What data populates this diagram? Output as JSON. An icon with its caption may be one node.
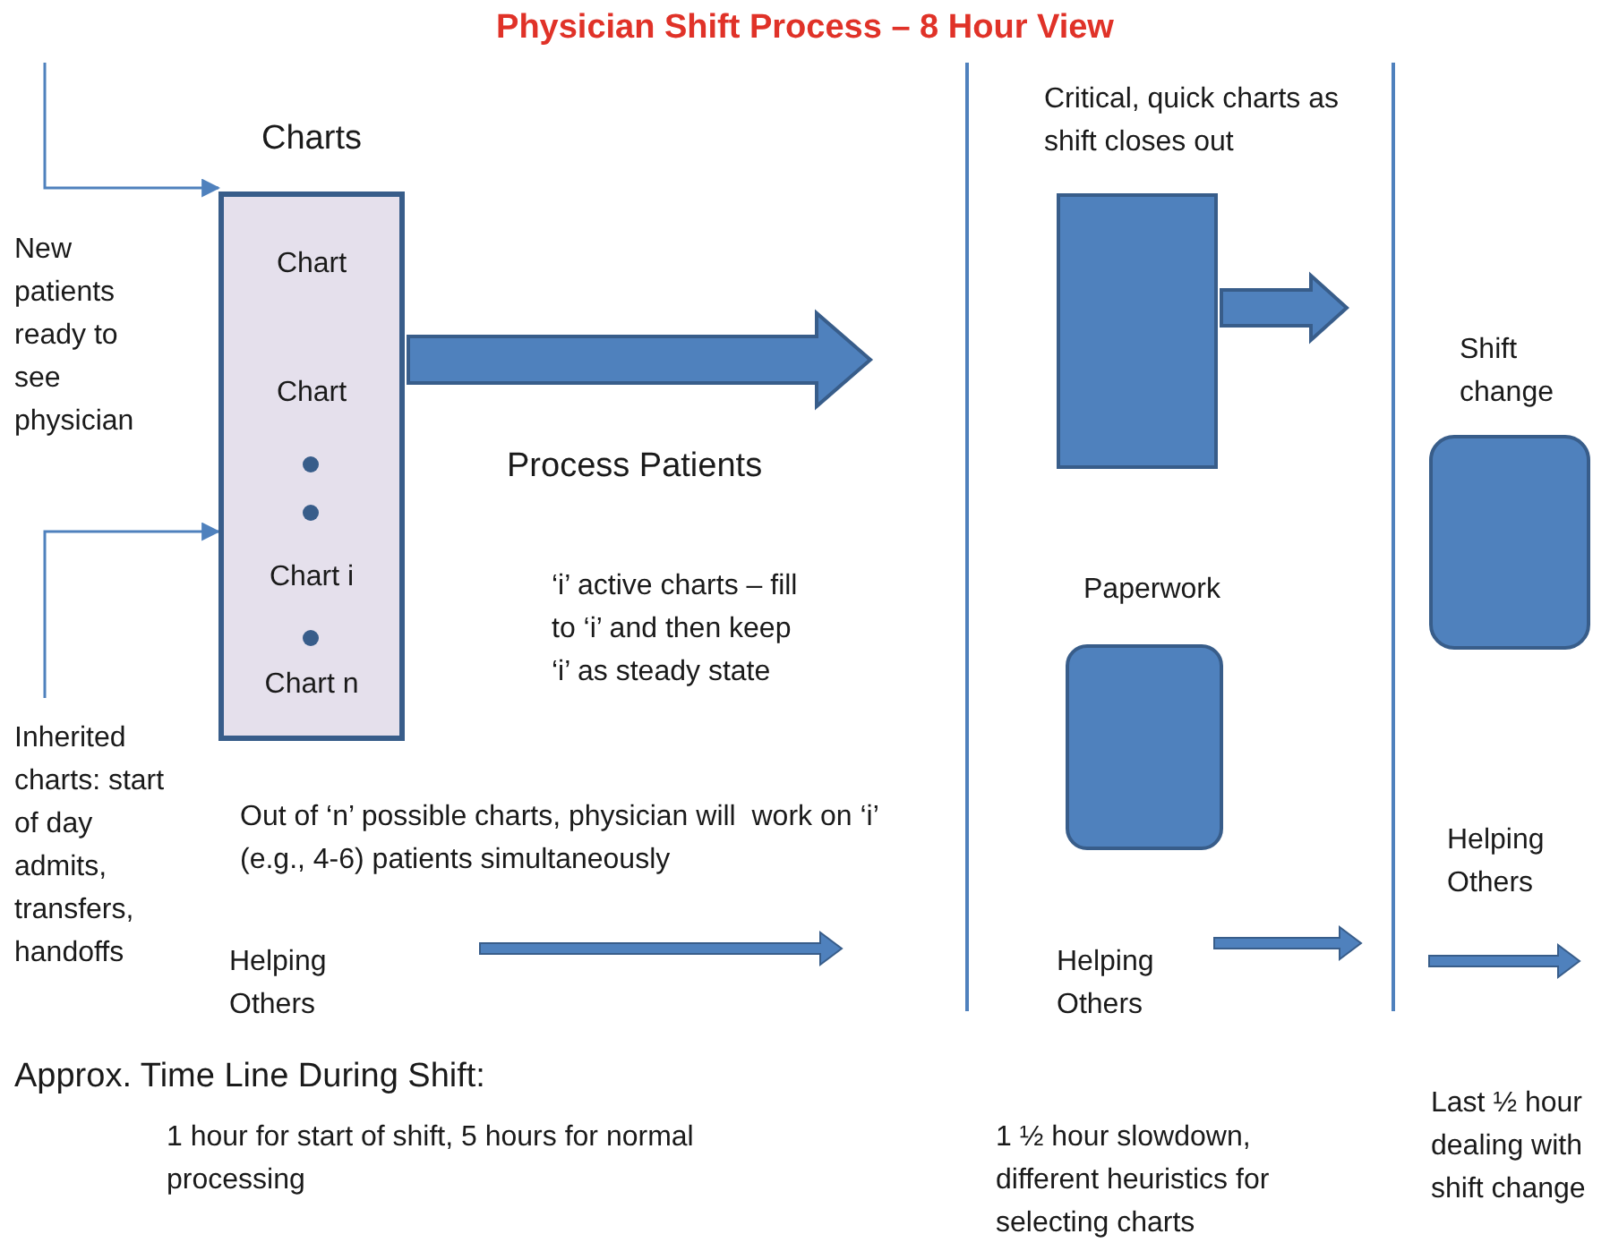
{
  "diagram": {
    "title": "Physician Shift Process – 8 Hour View",
    "nodes": [
      {
        "text": [
          "Charts",
          "Chart",
          "Chart",
          "Chart i",
          "Chart n"
        ]
      },
      {
        "text": [
          "Critical, quick charts as shift closes out"
        ]
      },
      {
        "text": [
          "Paperwork"
        ]
      },
      {
        "text": [
          "Shift change"
        ]
      }
    ],
    "edges": [
      {
        "from": null,
        "to": 0,
        "arrow": "to"
      },
      {
        "from": null,
        "to": 0,
        "arrow": "to"
      },
      {
        "from": 0,
        "to": null,
        "arrow": "to",
        "label": "Process Patients",
        "style": "thick"
      },
      {
        "from": 1,
        "to": null,
        "arrow": "to",
        "style": "thick"
      }
    ],
    "labels": [
      "New patients ready to see physician",
      "Inherited charts: start of day admits, transfers, handoffs",
      "‘i’ active charts – fill to ‘i’ and then keep ‘i’ as steady state",
      "Helping Others",
      "Out of ‘n’ possible charts, physician will  work on ‘i’ (e.g., 4-6) patients simultaneously",
      "Helping Others",
      "Helping Others",
      "Approx. Time Line During Shift:",
      "1 hour for start of shift, 5 hours for normal processing",
      "1 ½ hour slowdown, different heuristics for selecting charts",
      "Last ½ hour dealing with shift change"
    ]
  }
}
